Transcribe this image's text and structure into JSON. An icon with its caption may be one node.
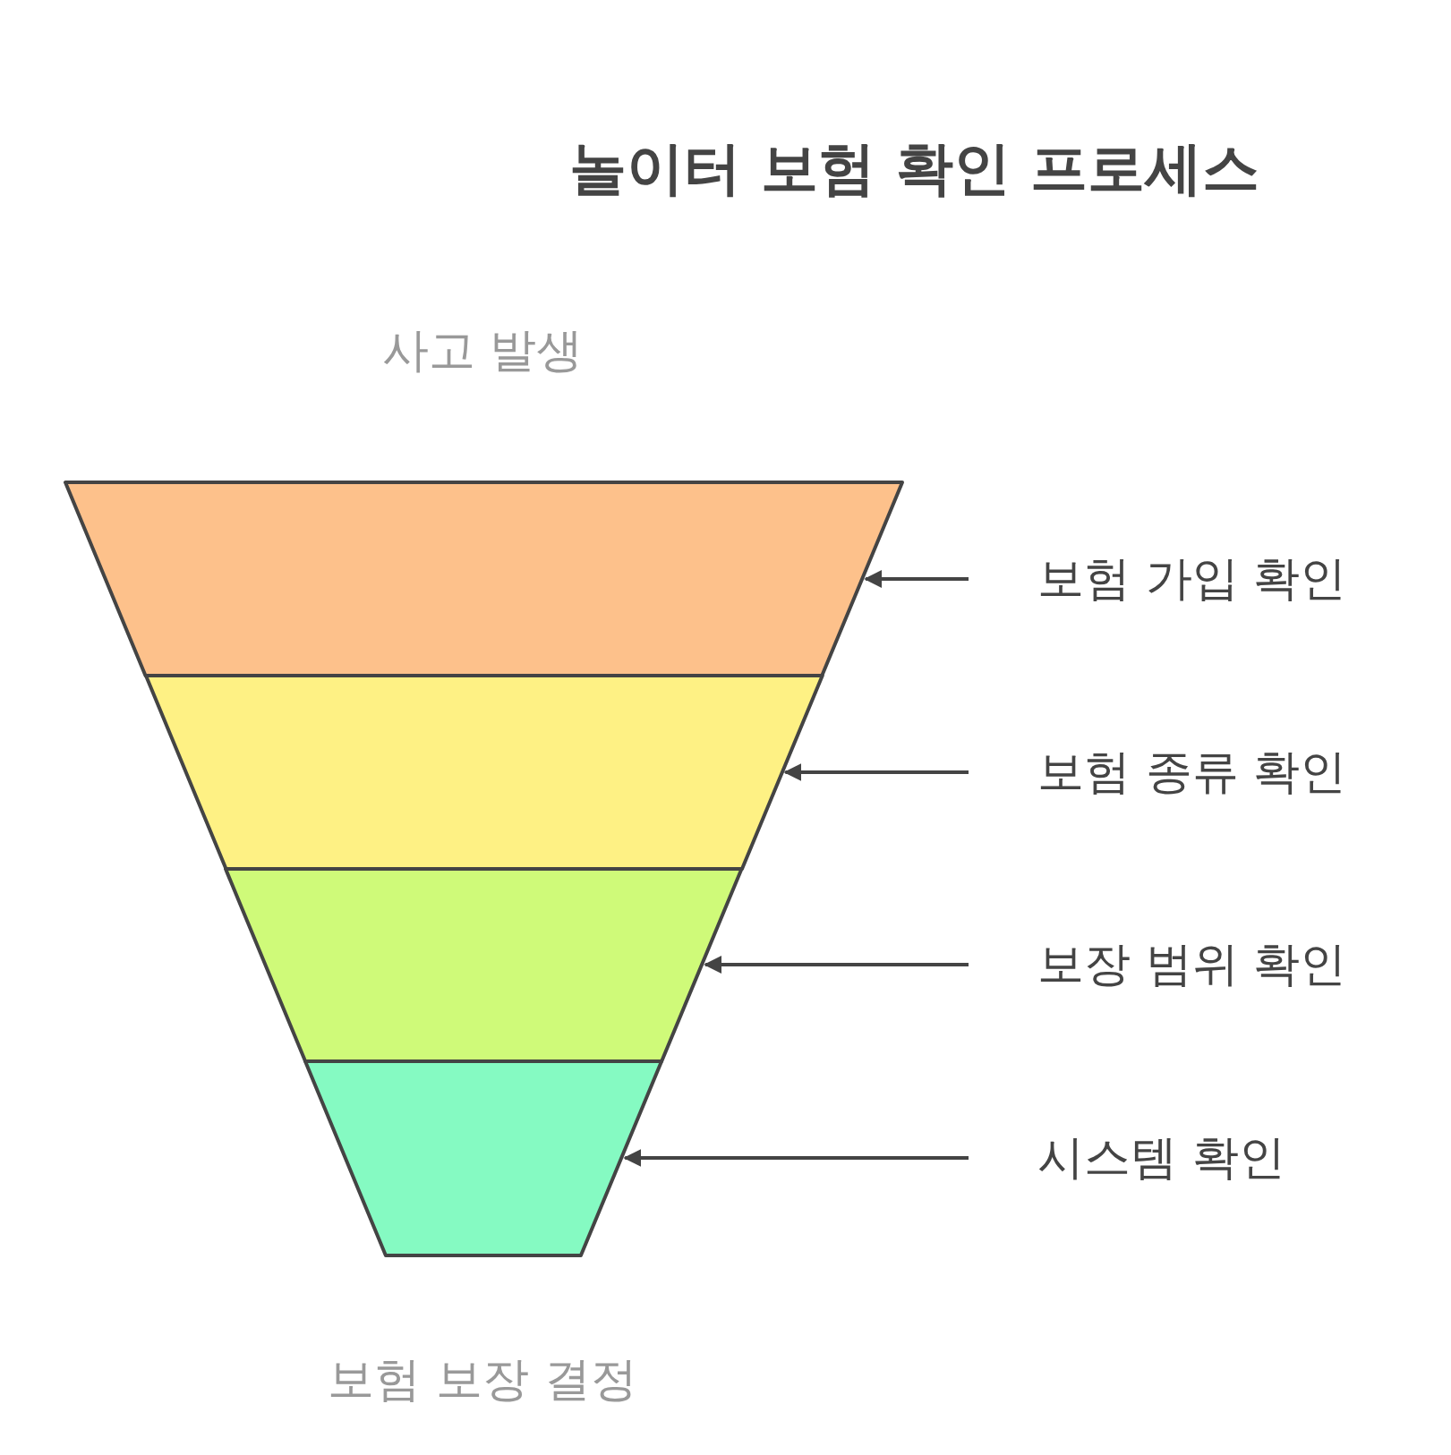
{
  "diagram": {
    "title": "놀이터 보험 확인 프로세스",
    "nodes": [
      {
        "text": [],
        "shape": "band"
      },
      {
        "text": [],
        "shape": "band"
      },
      {
        "text": [],
        "shape": "band"
      },
      {
        "text": [],
        "shape": "band"
      },
      {
        "text": [
          "보험 가입 확인"
        ]
      },
      {
        "text": [
          "보험 종류 확인"
        ]
      },
      {
        "text": [
          "보장 범위 확인"
        ]
      },
      {
        "text": [
          "시스템 확인"
        ]
      }
    ],
    "edges": [
      {
        "from": 4,
        "to": 0,
        "arrow": "to"
      },
      {
        "from": 5,
        "to": 1,
        "arrow": "to"
      },
      {
        "from": 6,
        "to": 2,
        "arrow": "to"
      },
      {
        "from": 7,
        "to": 3,
        "arrow": "to"
      }
    ],
    "labels": [
      "사고 발생",
      "보험 보장 결정"
    ]
  }
}
